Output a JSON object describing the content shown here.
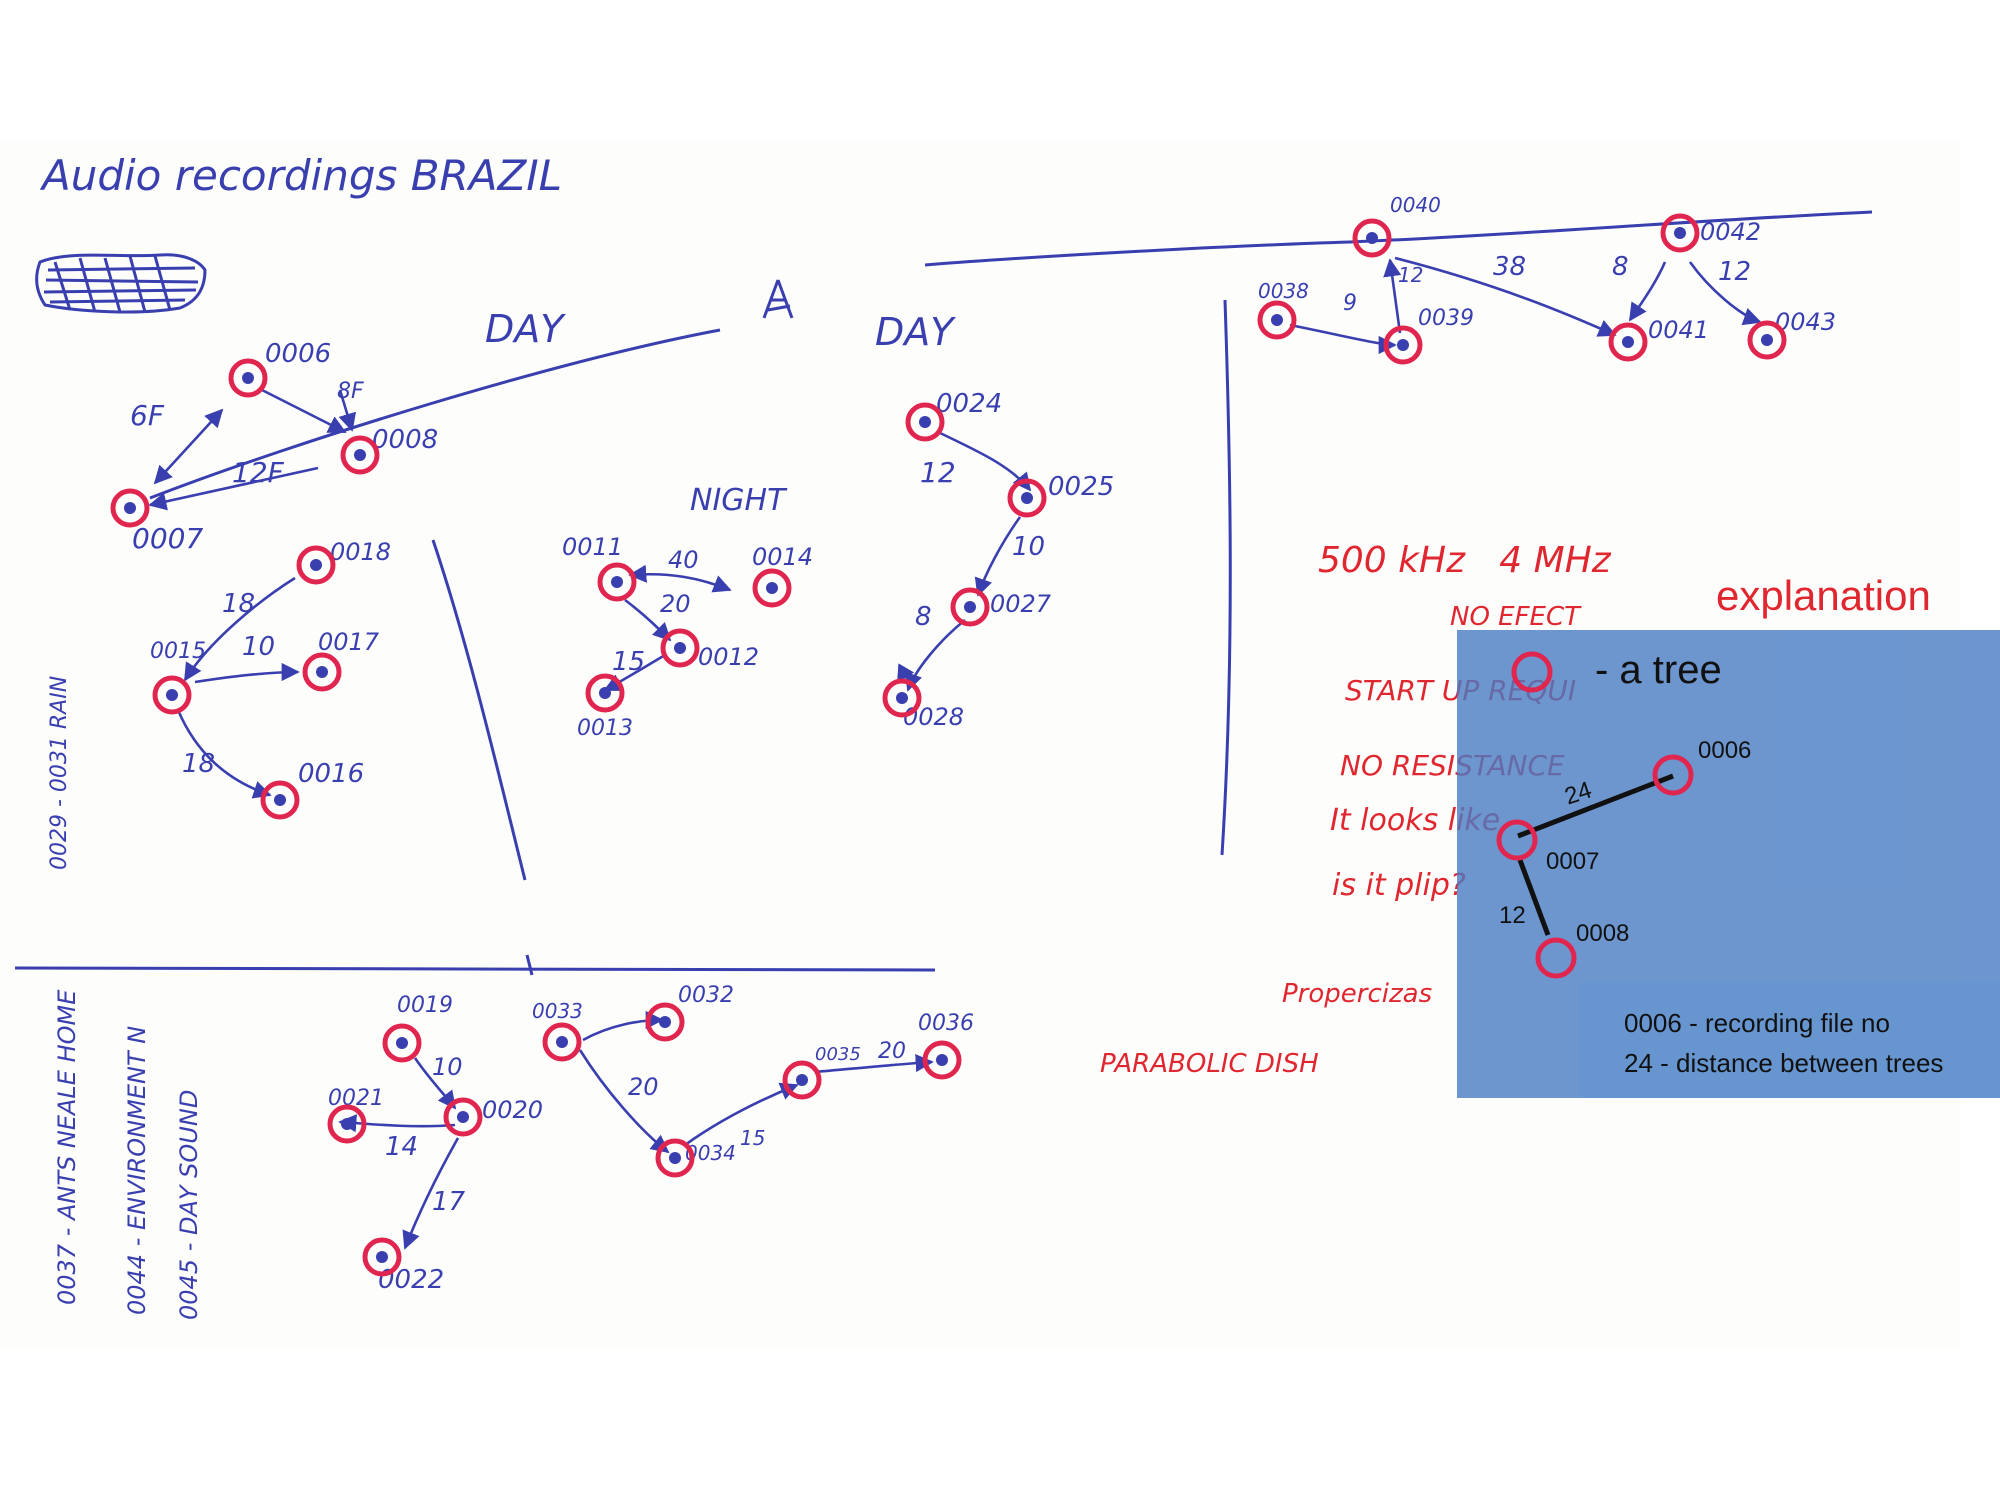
{
  "title": "Audio recordings BRAZIL",
  "section_labels": {
    "day_left": "DAY",
    "day_right": "DAY",
    "night": "NIGHT"
  },
  "tree_labels": {
    "n0006": "0006",
    "n0008": "0008",
    "n0007": "0007",
    "n0018": "0018",
    "n0015": "0015",
    "n0017": "0017",
    "n0016": "0016",
    "n0011": "0011",
    "n0014": "0014",
    "n0012": "0012",
    "n0013": "0013",
    "n0024": "0024",
    "n0025": "0025",
    "n0027": "0027",
    "n0028": "0028",
    "n0040": "0040",
    "n0038": "0038",
    "n0039": "0039",
    "n0042": "0042",
    "n0041": "0041",
    "n0043": "0043",
    "n0019": "0019",
    "n0021": "0021",
    "n0020": "0020",
    "n0022": "0022",
    "n0033": "0033",
    "n0032": "0032",
    "n0034": "0034",
    "n0035": "0035",
    "n0036": "0036"
  },
  "distance_labels": {
    "d6f": "6F",
    "d8f": "8F",
    "d12f": "12F",
    "d18a": "18",
    "d10a": "10",
    "d18b": "18",
    "d40": "40",
    "d20a": "20",
    "d15": "15",
    "d12a": "12",
    "d10b": "10",
    "d8": "8",
    "d9": "9",
    "d12b": "12",
    "d38": "38",
    "d8b": "8",
    "d12c": "12",
    "d10c": "10",
    "d14": "14",
    "d17": "17",
    "d20b": "20",
    "d15b": "15",
    "d20c": "20"
  },
  "side_notes": {
    "rain": "0029 - 0031 RAIN",
    "ants": "0037 - ANTS NEALE HOME",
    "environment": "0044 - ENVIRONMENT N",
    "daysound": "0045 - DAY SOUND"
  },
  "red_notes": {
    "freq": "500 kHz   4 MHz",
    "no_effect": "NO EFECT",
    "startup": "START UP REQUI",
    "no_resistance": "NO RESISTANCE",
    "it_looks": "It looks like",
    "is_it": "is it plip?",
    "propercizas": "Propercizas",
    "parabolic": "PARABOLIC DISH"
  },
  "legend": {
    "title": "explanation",
    "tree_label": "- a tree",
    "node_a": "0006",
    "node_b": "0007",
    "node_c": "0008",
    "edge_ab": "24",
    "edge_bc": "12",
    "note_file": "0006  - recording file no",
    "note_distance": "24 - distance between trees"
  },
  "colors": {
    "ink_blue": "#3a3fb0",
    "ink_red": "#e0262f",
    "tree_ring": "#e0264f",
    "legend_bg": "#487cc4"
  }
}
